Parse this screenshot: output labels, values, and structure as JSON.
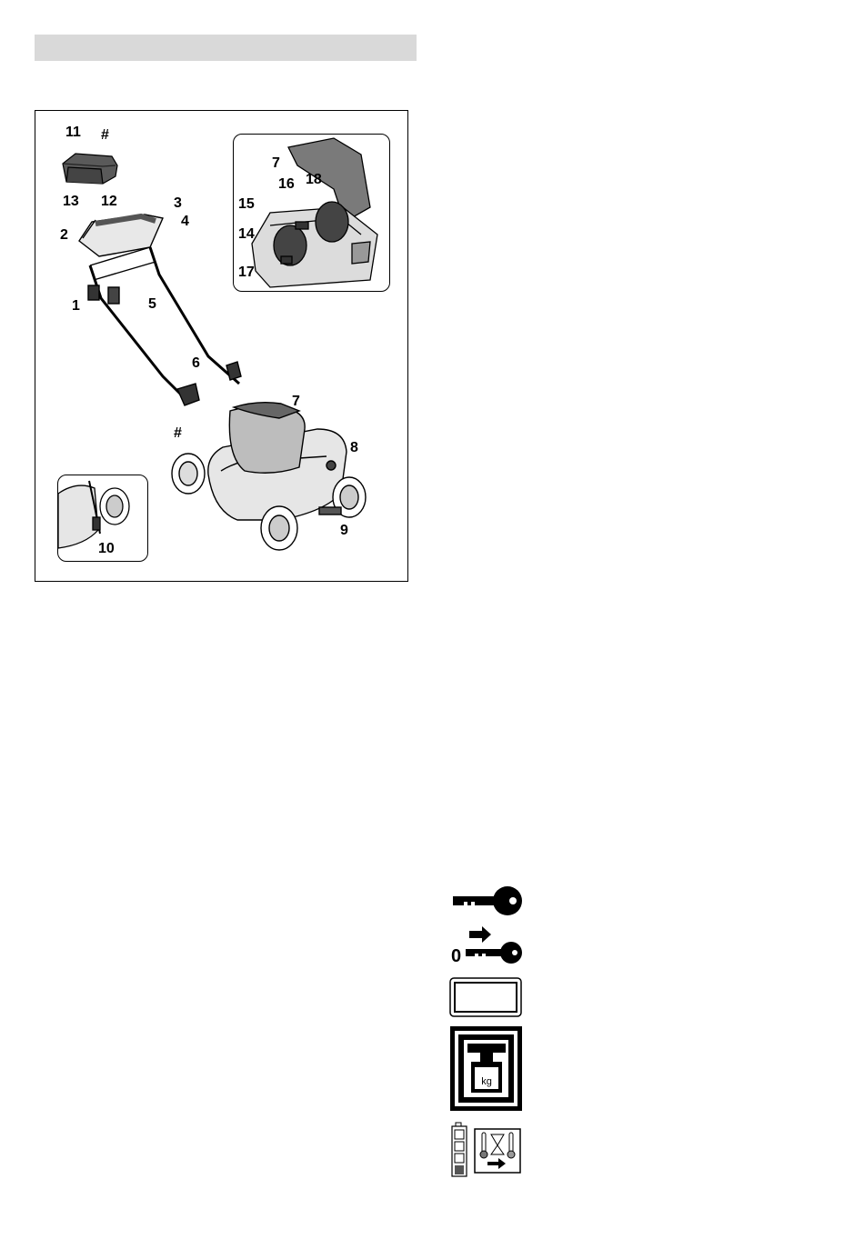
{
  "header": {
    "bar_color": "#d9d9d9"
  },
  "figure": {
    "callouts": {
      "c11": "11",
      "c_hash_top": "#",
      "c13": "13",
      "c12": "12",
      "c3": "3",
      "c4": "4",
      "c2": "2",
      "c1": "1",
      "c5": "5",
      "c6": "6",
      "c7_body": "7",
      "c_hash_mid": "#",
      "c8": "8",
      "c9": "9",
      "c10": "10",
      "c7_inset": "7",
      "c16": "16",
      "c18": "18",
      "c15": "15",
      "c14": "14",
      "c17": "17"
    }
  },
  "symbols": {
    "kg_label": "kg",
    "zero_label": "0",
    "icons": [
      "key-icon",
      "zero-key-arrow-icon",
      "rectangle-frame-icon",
      "weight-kg-icon",
      "battery-hourglass-temperature-icon"
    ]
  }
}
